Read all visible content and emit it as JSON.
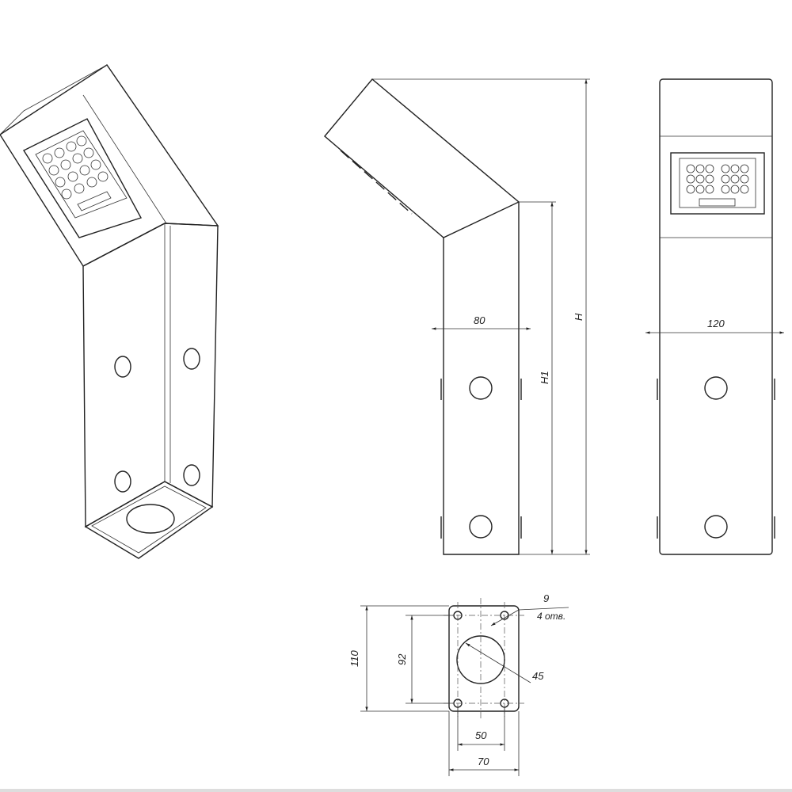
{
  "dimensions": {
    "width_side": "80",
    "height_total": "H",
    "height_column": "H1",
    "width_front": "120",
    "hole_dia": "9",
    "hole_count": "4 отв.",
    "base_height": "110",
    "hole_spacing_v": "92",
    "center_hole_dia": "45",
    "hole_spacing_h": "50",
    "base_width": "70"
  }
}
